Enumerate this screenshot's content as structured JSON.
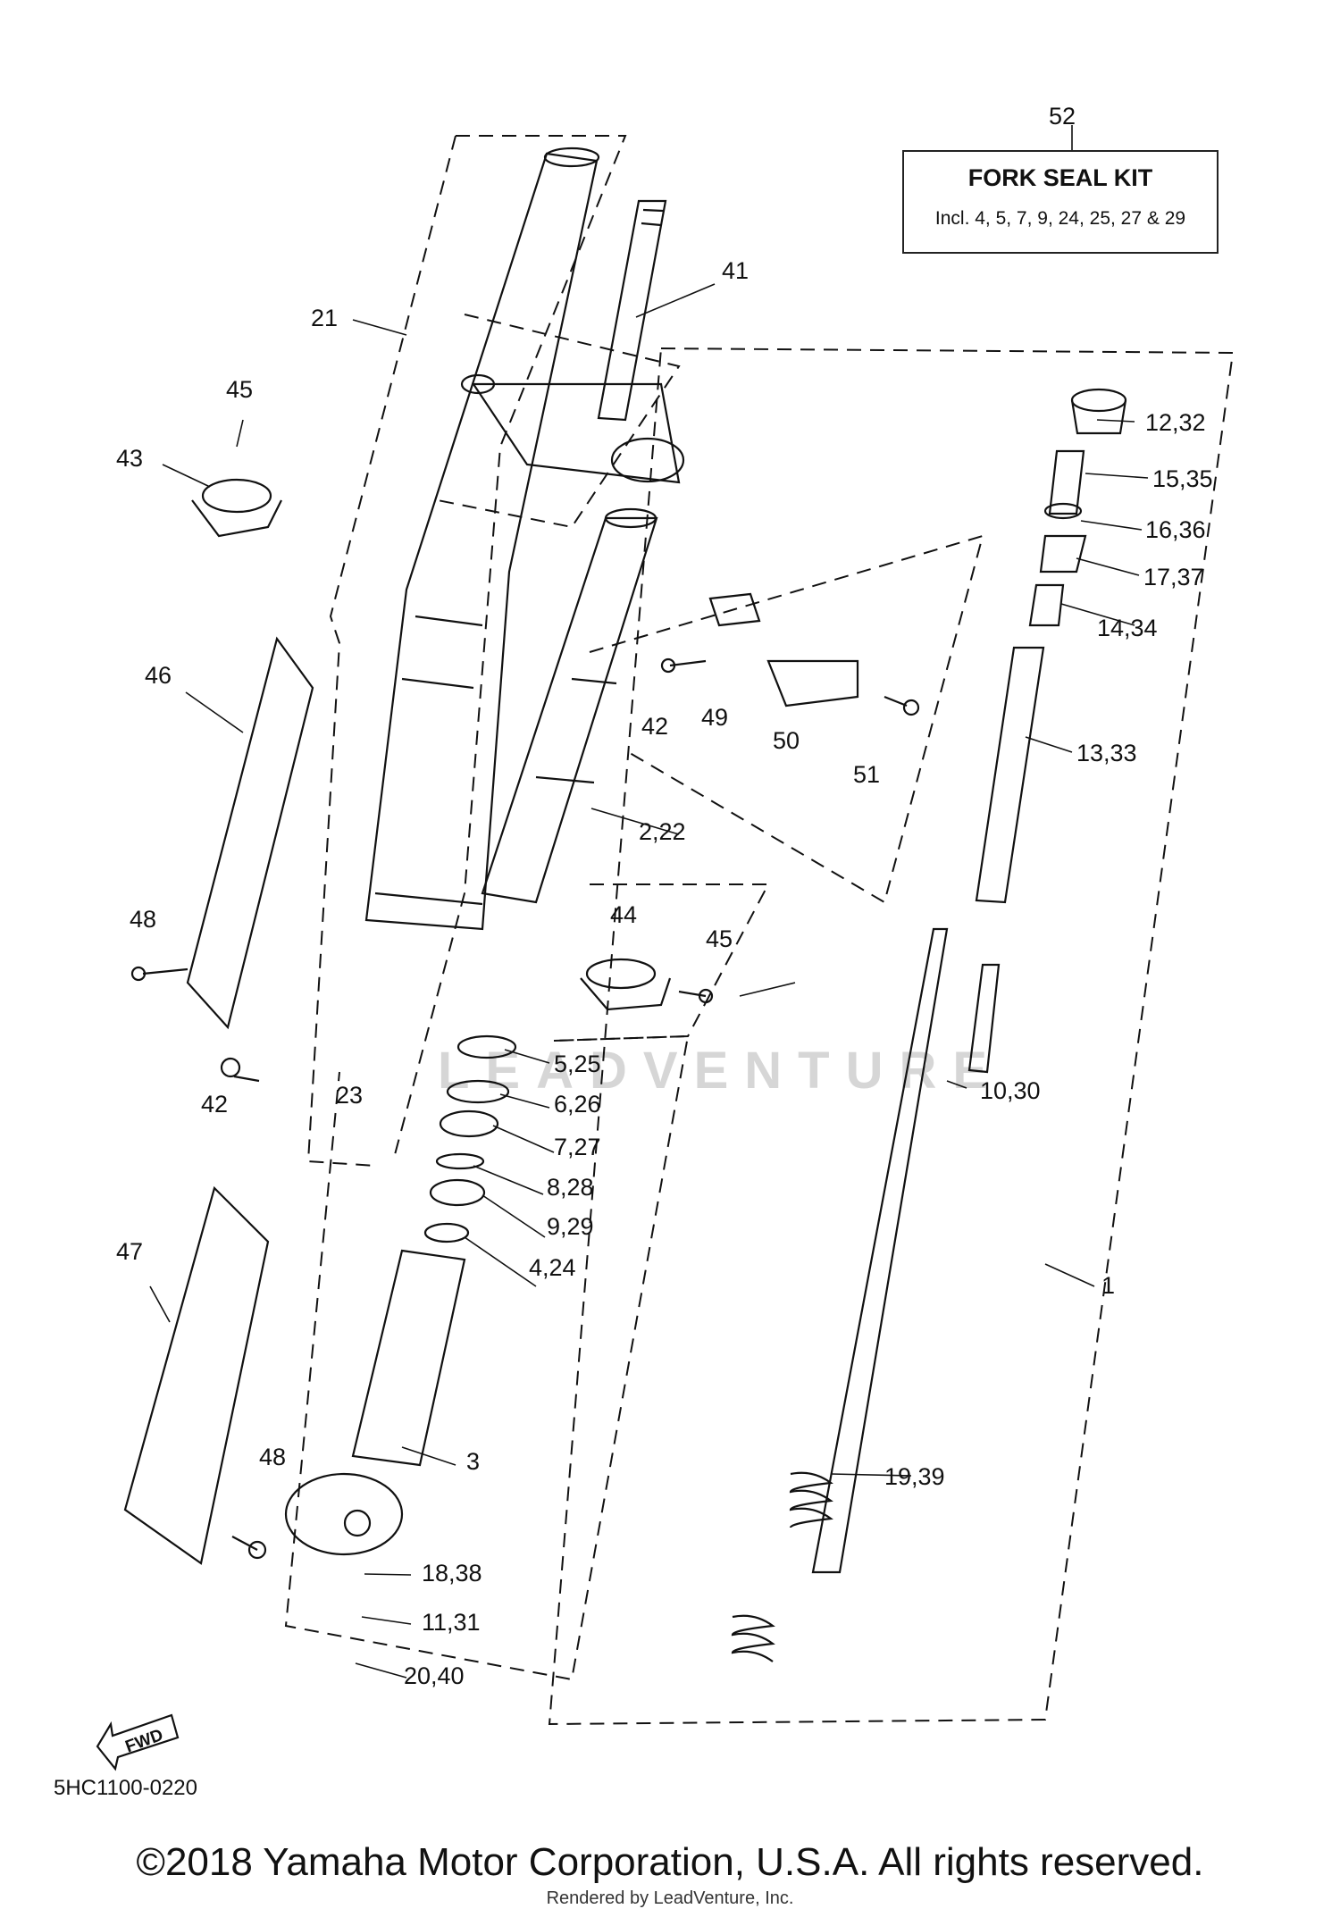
{
  "kit": {
    "number": "52",
    "title": "FORK SEAL KIT",
    "includes": "Incl. 4, 5, 7, 9, 24, 25, 27 & 29"
  },
  "callouts": [
    "41",
    "21",
    "45",
    "43",
    "12,32",
    "15,35",
    "16,36",
    "17,37",
    "14,34",
    "46",
    "42",
    "49",
    "50",
    "51",
    "13,33",
    "2,22",
    "44",
    "45",
    "48",
    "42",
    "23",
    "5,25",
    "6,26",
    "7,27",
    "8,28",
    "9,29",
    "4,24",
    "10,30",
    "47",
    "1",
    "48",
    "3",
    "19,39",
    "18,38",
    "11,31",
    "20,40"
  ],
  "direction_label": "FWD",
  "diagram_code": "5HC1100-0220",
  "copyright": "©2018 Yamaha Motor Corporation, U.S.A. All rights reserved.",
  "rendered_by": "Rendered by LeadVenture, Inc.",
  "watermark": "LEADVENTURE"
}
